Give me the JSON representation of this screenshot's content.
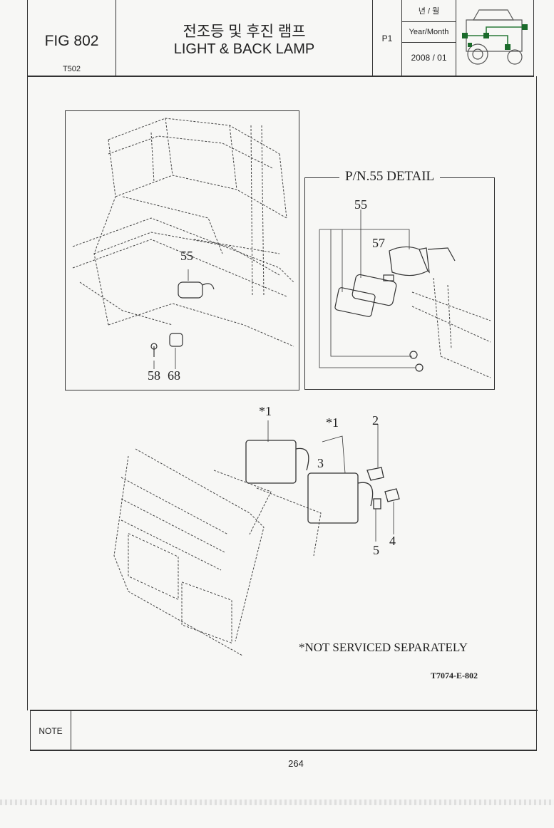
{
  "header": {
    "fig": "FIG 802",
    "code": "T502",
    "title_korean": "전조등 및 후진 램프",
    "title_english": "LIGHT & BACK LAMP",
    "page_label": "P1",
    "date_label_korean": "년 / 월",
    "date_label_english": "Year/Month",
    "date_value": "2008 / 01",
    "thumbnail_icon": "tractor-icon"
  },
  "diagram": {
    "detail_title": "P/N.55 DETAIL",
    "drawing_number": "T7074-E-802",
    "footnote": "*NOT SERVICED SEPARATELY",
    "callouts_top_left": [
      "55",
      "58",
      "68"
    ],
    "callouts_detail": [
      "55",
      "57"
    ],
    "callouts_bottom": [
      "*1",
      "*1",
      "2",
      "3",
      "4",
      "5"
    ]
  },
  "note": {
    "label": "NOTE"
  },
  "page_number": "264"
}
